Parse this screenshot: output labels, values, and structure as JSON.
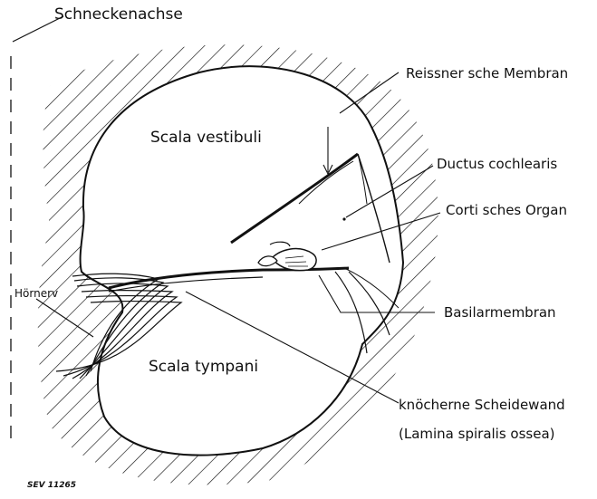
{
  "labels": {
    "cochlear_axis": "Schneckenachse",
    "reissner_membrane": "Reissner sche Membran",
    "ductus_cochlearis": "Ductus cochlearis",
    "corti_organ": "Corti sches Organ",
    "basilar_membrane": "Basilarmembran",
    "bony_septum": "knöcherne Scheidewand",
    "lamina_spiralis": "(Lamina spiralis ossea)",
    "scala_vestibuli": "Scala vestibuli",
    "scala_tympani": "Scala tympani",
    "auditory_nerve": "Hörnerv",
    "figure_code": "SEV 11265"
  },
  "colors": {
    "ink": "#111111",
    "background": "#ffffff"
  }
}
